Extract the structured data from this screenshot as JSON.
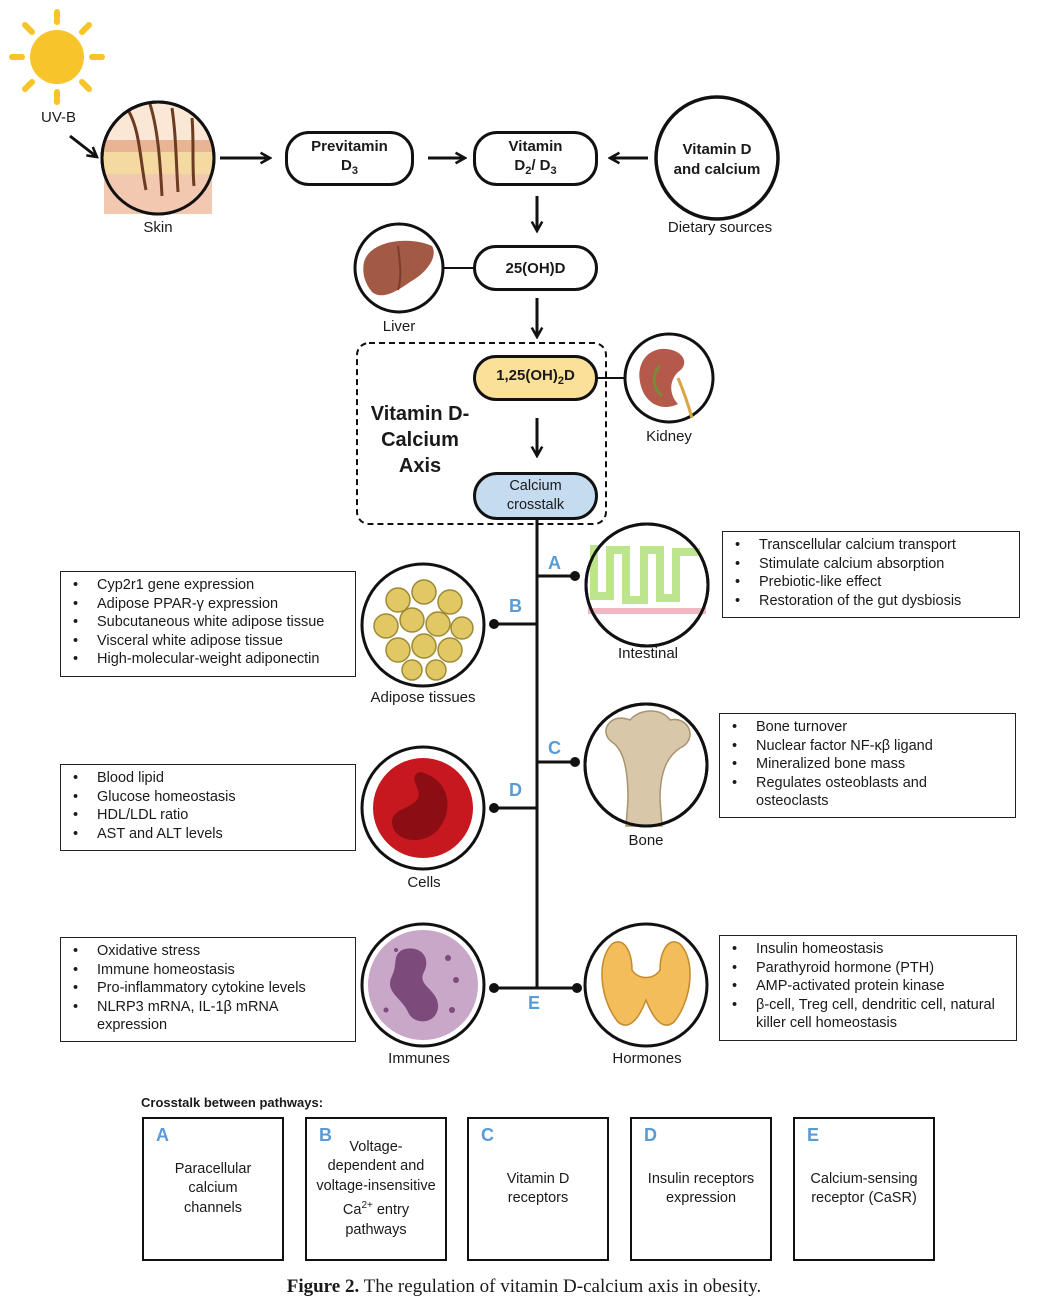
{
  "uvb_label": "UV-B",
  "skin_label": "Skin",
  "previtamin": {
    "line1": "Previtamin",
    "line2_base": "D",
    "line2_sub": "3"
  },
  "vitamin": {
    "line1": "Vitamin",
    "d2": "2",
    "d3": "3"
  },
  "dietary": {
    "line1": "Vitamin D",
    "line2": "and calcium",
    "caption": "Dietary sources"
  },
  "hydroxy": "25(OH)D",
  "liver_label": "Liver",
  "active_form": {
    "pre": "1,25(OH)",
    "sub": "2",
    "post": "D"
  },
  "kidney_label": "Kidney",
  "axis_title": [
    "Vitamin D-",
    "Calcium",
    "Axis"
  ],
  "calcium_crosstalk": [
    "Calcium",
    "crosstalk"
  ],
  "branches": {
    "A": {
      "letter": "A",
      "organ": "Intestinal",
      "effects": [
        "Transcellular  calcium  transport",
        "Stimulate  calcium  absorption",
        "Prebiotic-like  effect",
        "Restoration of the gut dysbiosis"
      ]
    },
    "B": {
      "letter": "B",
      "organ": "Adipose tissues",
      "effects": [
        "Cyp2r1 gene expression",
        "Adipose PPAR-γ expression",
        "Subcutaneous white adipose tissue",
        "Visceral white adipose tissue",
        "High-molecular-weight  adiponectin"
      ]
    },
    "C": {
      "letter": "C",
      "organ": "Bone",
      "effects": [
        "Bone turnover",
        "Nuclear factor NF-κβ ligand",
        "Mineralized bone mass",
        "Regulates osteoblasts and osteoclasts"
      ]
    },
    "D": {
      "letter": "D",
      "organ": "Cells",
      "effects": [
        "Blood lipid",
        "Glucose homeostasis",
        "HDL/LDL ratio",
        "AST and ALT levels"
      ]
    },
    "E": {
      "letter": "E",
      "immune_organ": "Immunes",
      "hormone_organ": "Hormones",
      "immune_effects": [
        "Oxidative stress",
        "Immune homeostasis",
        "Pro-inflammatory cytokine levels",
        "NLRP3 mRNA, IL-1β mRNA expression"
      ],
      "hormone_effects": [
        "Insulin  homeostasis",
        "Parathyroid hormone (PTH)",
        "AMP-activated protein kinase",
        "β-cell, Treg cell, dendritic cell, natural killer cell homeostasis"
      ]
    }
  },
  "crosstalk_title": "Crosstalk between pathways:",
  "crosstalk": [
    {
      "letter": "A",
      "text": "Paracellular calcium channels"
    },
    {
      "letter": "B",
      "text_pre": "Voltage-dependent and voltage-insensitive Ca",
      "sup": "2+",
      "text_post": " entry pathways"
    },
    {
      "letter": "C",
      "text": "Vitamin D receptors"
    },
    {
      "letter": "D",
      "text": "Insulin receptors expression"
    },
    {
      "letter": "E",
      "text": "Calcium-sensing receptor (CaSR)"
    }
  ],
  "figure_caption": {
    "label": "Figure 2.",
    "text": " The regulation of vitamin D-calcium axis in obesity."
  },
  "colors": {
    "accent_letters": "#5b9bd5",
    "active_form_fill": "#fbe09a",
    "crosstalk_fill": "#c5dcf0",
    "sun": "#f7c42a"
  }
}
